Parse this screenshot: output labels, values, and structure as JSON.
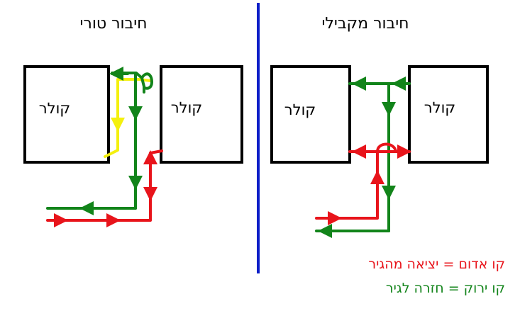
{
  "titles": {
    "series": "חיבור טורי",
    "parallel": "חיבור מקבילי"
  },
  "coolers": {
    "series_left": "קולר",
    "series_right": "קולר",
    "parallel_left": "קולר",
    "parallel_right": "קולר"
  },
  "legend": {
    "red": "קו אדום = יציאה מהגיר",
    "green": "קו ירוק = חזרה לגיר"
  },
  "colors": {
    "red": "#e8141b",
    "green": "#12841a",
    "yellow": "#f4f00e",
    "divider": "#0a1ec8",
    "box": "#000000"
  }
}
